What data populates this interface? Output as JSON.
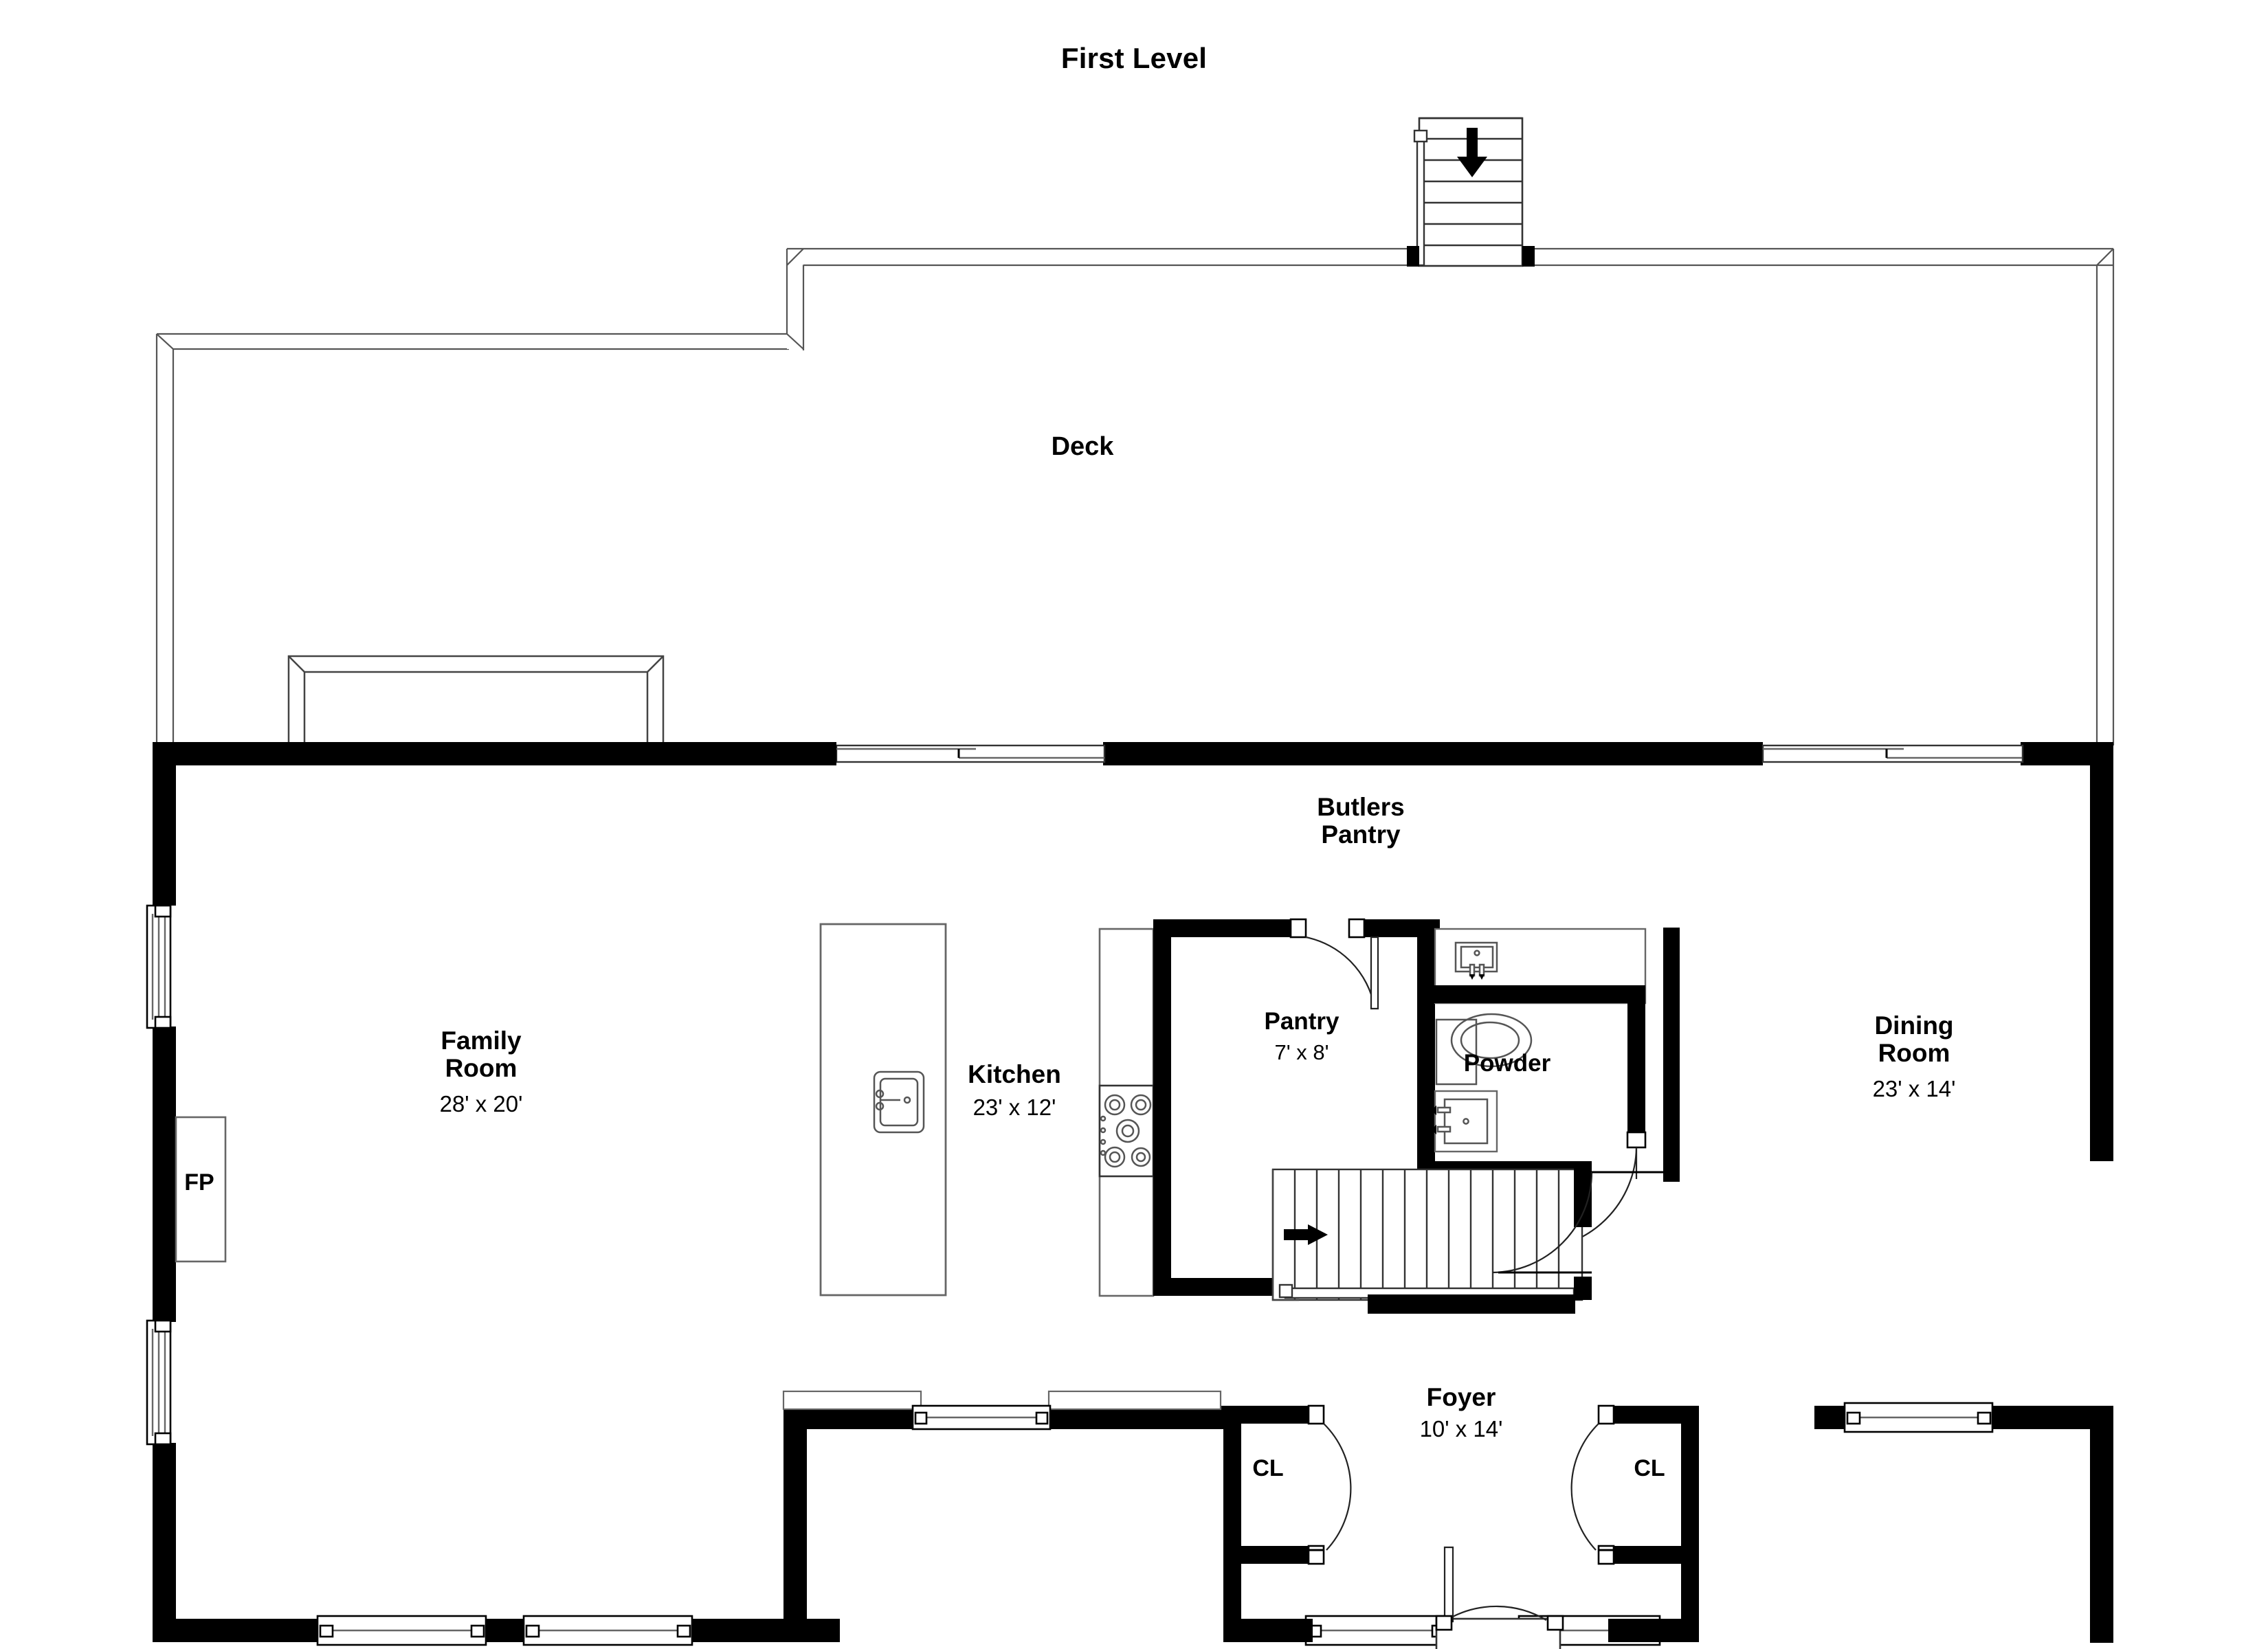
{
  "plan": {
    "title": "First Level",
    "background_color": "#ffffff",
    "wall_color": "#000000",
    "line_color": "#555555"
  },
  "rooms": [
    {
      "key": "deck",
      "name": "Deck",
      "dimensions": ""
    },
    {
      "key": "family_room",
      "name": "Family\nRoom",
      "dimensions": "28' x 20'"
    },
    {
      "key": "kitchen",
      "name": "Kitchen",
      "dimensions": "23' x 12'"
    },
    {
      "key": "butlers",
      "name": "Butlers\nPantry",
      "dimensions": ""
    },
    {
      "key": "pantry",
      "name": "Pantry",
      "dimensions": "7' x 8'"
    },
    {
      "key": "powder",
      "name": "Powder",
      "dimensions": ""
    },
    {
      "key": "dining_room",
      "name": "Dining\nRoom",
      "dimensions": "23' x 14'"
    },
    {
      "key": "foyer",
      "name": "Foyer",
      "dimensions": "10' x 14'"
    }
  ],
  "tags": {
    "fireplace": "FP",
    "closet_left": "CL",
    "closet_right": "CL"
  },
  "annotations": {
    "deck_stair_direction": "down-arrow",
    "interior_stair_direction": "right-arrow"
  },
  "fixtures": [
    {
      "name": "kitchen-island-sink"
    },
    {
      "name": "cooktop-range"
    },
    {
      "name": "butlers-pantry-sink"
    },
    {
      "name": "powder-toilet"
    },
    {
      "name": "powder-vanity-sink"
    },
    {
      "name": "fireplace"
    }
  ]
}
